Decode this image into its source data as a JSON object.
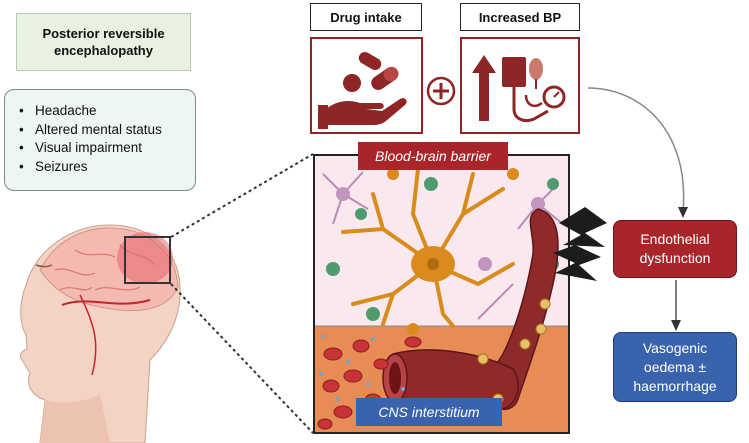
{
  "title": {
    "line1": "Posterior reversible",
    "line2": "encephalopathy"
  },
  "symptoms": [
    "Headache",
    "Altered mental status",
    "Visual impairment",
    "Seizures"
  ],
  "drug_intake_label": "Drug intake",
  "increased_bp_label": "Increased BP",
  "plus_symbol": "+",
  "bbb_label": "Blood-brain barrier",
  "cns_label": "CNS interstitium",
  "endothelial": {
    "line1": "Endothelial",
    "line2": "dysfunction"
  },
  "vasogenic": {
    "line1": "Vasogenic",
    "line2": "oedema ±",
    "line3": "haemorrhage"
  },
  "colors": {
    "red": "#a8262a",
    "blue": "#3a63ae",
    "green_bg": "#e8f1e2",
    "neuron": "#d98b1c",
    "tissue": "#e88c55"
  }
}
